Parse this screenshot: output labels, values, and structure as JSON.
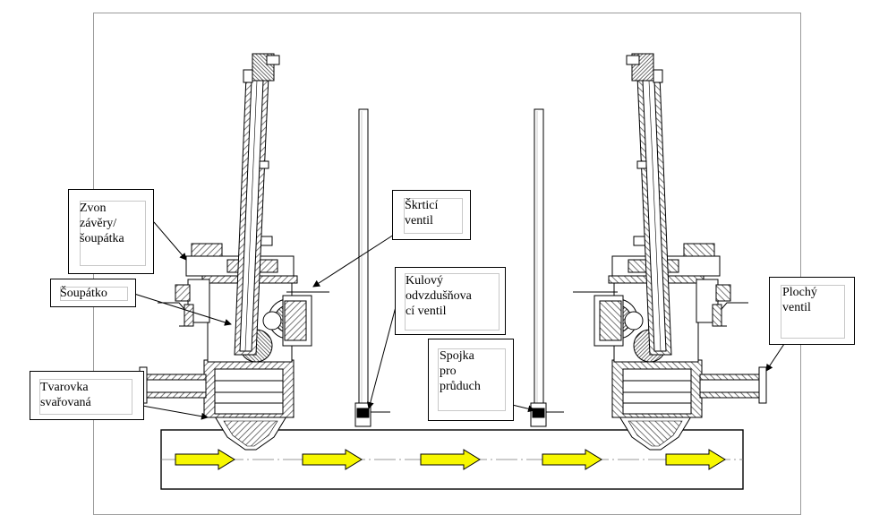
{
  "labels": {
    "zvon": "Zvon\nzávěry/\nšoupátka",
    "soupatko": "Šoupátko",
    "tvarovka": "Tvarovka\nsvařovaná",
    "skrtici": "Škrticí\nventil",
    "kulovy": "Kulový\nodvzdušňova\ncí ventil",
    "spojka": "Spojka\npro\nprůduch",
    "plochy": "Plochý\nventil"
  },
  "icons": {
    "flow_arrow": "flow-arrow-icon",
    "arrow_color": "#f2f200"
  },
  "colors": {
    "line": "#000000",
    "hatch": "#555555",
    "frame": "#9a9a9a",
    "flow_arrow_fill": "#f7f700"
  }
}
